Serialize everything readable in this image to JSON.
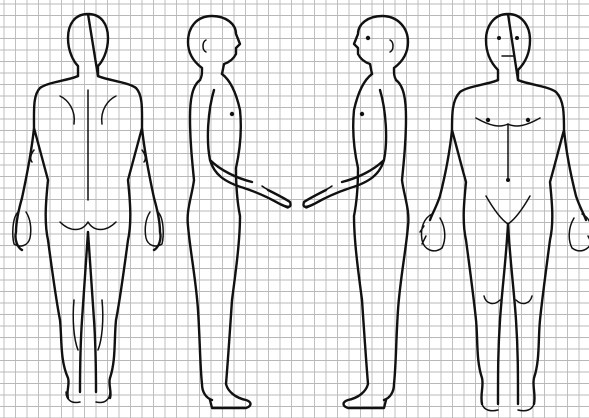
{
  "figure": {
    "views": [
      "posterior",
      "lateral-right",
      "lateral-left",
      "anterior"
    ]
  },
  "colors": {
    "background": "#ffffff",
    "grid_line": "#b8b8b8",
    "outline": "#111111"
  },
  "grid": {
    "visible": true
  }
}
